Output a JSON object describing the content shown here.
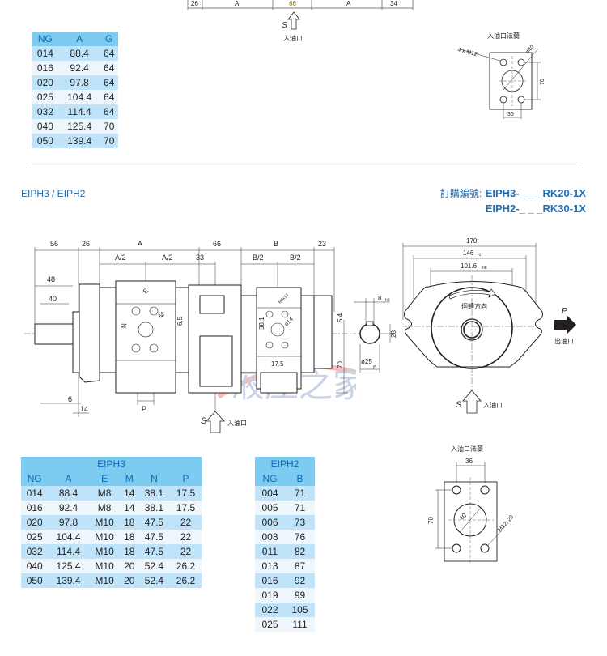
{
  "top_drawing": {
    "dims": [
      "26",
      "A",
      "66",
      "A",
      "34"
    ],
    "suction_label": "S",
    "suction_port": "入油口",
    "flange": {
      "title": "入油口法蘭",
      "bolt": "4 x M12",
      "bore": "ø40",
      "height": "70",
      "width": "36"
    }
  },
  "table_g": {
    "headers": [
      "NG",
      "A",
      "G"
    ],
    "rows": [
      [
        "014",
        "88.4",
        "64"
      ],
      [
        "016",
        "92.4",
        "64"
      ],
      [
        "020",
        "97.8",
        "64"
      ],
      [
        "025",
        "104.4",
        "64"
      ],
      [
        "032",
        "114.4",
        "64"
      ],
      [
        "040",
        "125.4",
        "70"
      ],
      [
        "050",
        "139.4",
        "70"
      ]
    ]
  },
  "section": {
    "title": "EIPH3 / EIPH2",
    "order_label": "訂購編號:",
    "order_code_1": "EIPH3-_ _ _RK20-1X",
    "order_code_2": "EIPH2-_ _ _RK30-1X"
  },
  "side_view": {
    "top_dims": [
      "56",
      "26",
      "A",
      "66",
      "B",
      "23"
    ],
    "sub_dims": [
      "A/2",
      "A/2",
      "33",
      "B/2",
      "B/2"
    ],
    "shaft_dims": [
      "48",
      "40"
    ],
    "bottom_dims": [
      "6",
      "14",
      "P"
    ],
    "front_labels": [
      "E",
      "M",
      "N",
      "6.5"
    ],
    "rear_labels": [
      "M6x13",
      "38.1",
      "ø14",
      "17.5"
    ],
    "right_dims": [
      "5.4",
      "70"
    ],
    "suction_label": "S",
    "suction_port": "入油口",
    "watermark": "液压之家"
  },
  "end_view": {
    "dims": [
      "170",
      "146",
      "101.6"
    ],
    "tolerances": [
      "-1",
      "h8"
    ],
    "rotation": "迴轉方向",
    "pressure_label": "P",
    "pressure_port": "出油口",
    "suction_label": "S",
    "suction_port": "入油口"
  },
  "shaft_section": {
    "key": "8",
    "key_tol": "h9",
    "height": "28",
    "diameter": "ø25",
    "dia_tol": "j5"
  },
  "table_eiph3": {
    "title": "EIPH3",
    "headers": [
      "NG",
      "A",
      "E",
      "M",
      "N",
      "P"
    ],
    "rows": [
      [
        "014",
        "88.4",
        "M8",
        "14",
        "38.1",
        "17.5"
      ],
      [
        "016",
        "92.4",
        "M8",
        "14",
        "38.1",
        "17.5"
      ],
      [
        "020",
        "97.8",
        "M10",
        "18",
        "47.5",
        "22"
      ],
      [
        "025",
        "104.4",
        "M10",
        "18",
        "47.5",
        "22"
      ],
      [
        "032",
        "114.4",
        "M10",
        "18",
        "47.5",
        "22"
      ],
      [
        "040",
        "125.4",
        "M10",
        "20",
        "52.4",
        "26.2"
      ],
      [
        "050",
        "139.4",
        "M10",
        "20",
        "52.4",
        "26.2"
      ]
    ]
  },
  "table_eiph2": {
    "title": "EIPH2",
    "headers": [
      "NG",
      "B"
    ],
    "rows": [
      [
        "004",
        "71"
      ],
      [
        "005",
        "71"
      ],
      [
        "006",
        "73"
      ],
      [
        "008",
        "76"
      ],
      [
        "011",
        "82"
      ],
      [
        "013",
        "87"
      ],
      [
        "016",
        "92"
      ],
      [
        "019",
        "99"
      ],
      [
        "022",
        "105"
      ],
      [
        "025",
        "111"
      ]
    ]
  },
  "bottom_flange": {
    "title": "入油口法蘭",
    "width": "36",
    "height": "70",
    "bore": "40",
    "bolt": "M12x20"
  },
  "colors": {
    "table_header": "#7dcbf1",
    "row_dark": "#bfe3f8",
    "row_light": "#edf6fd",
    "accent_blue": "#1e6fb5",
    "header_text": "#0a6ab4"
  }
}
